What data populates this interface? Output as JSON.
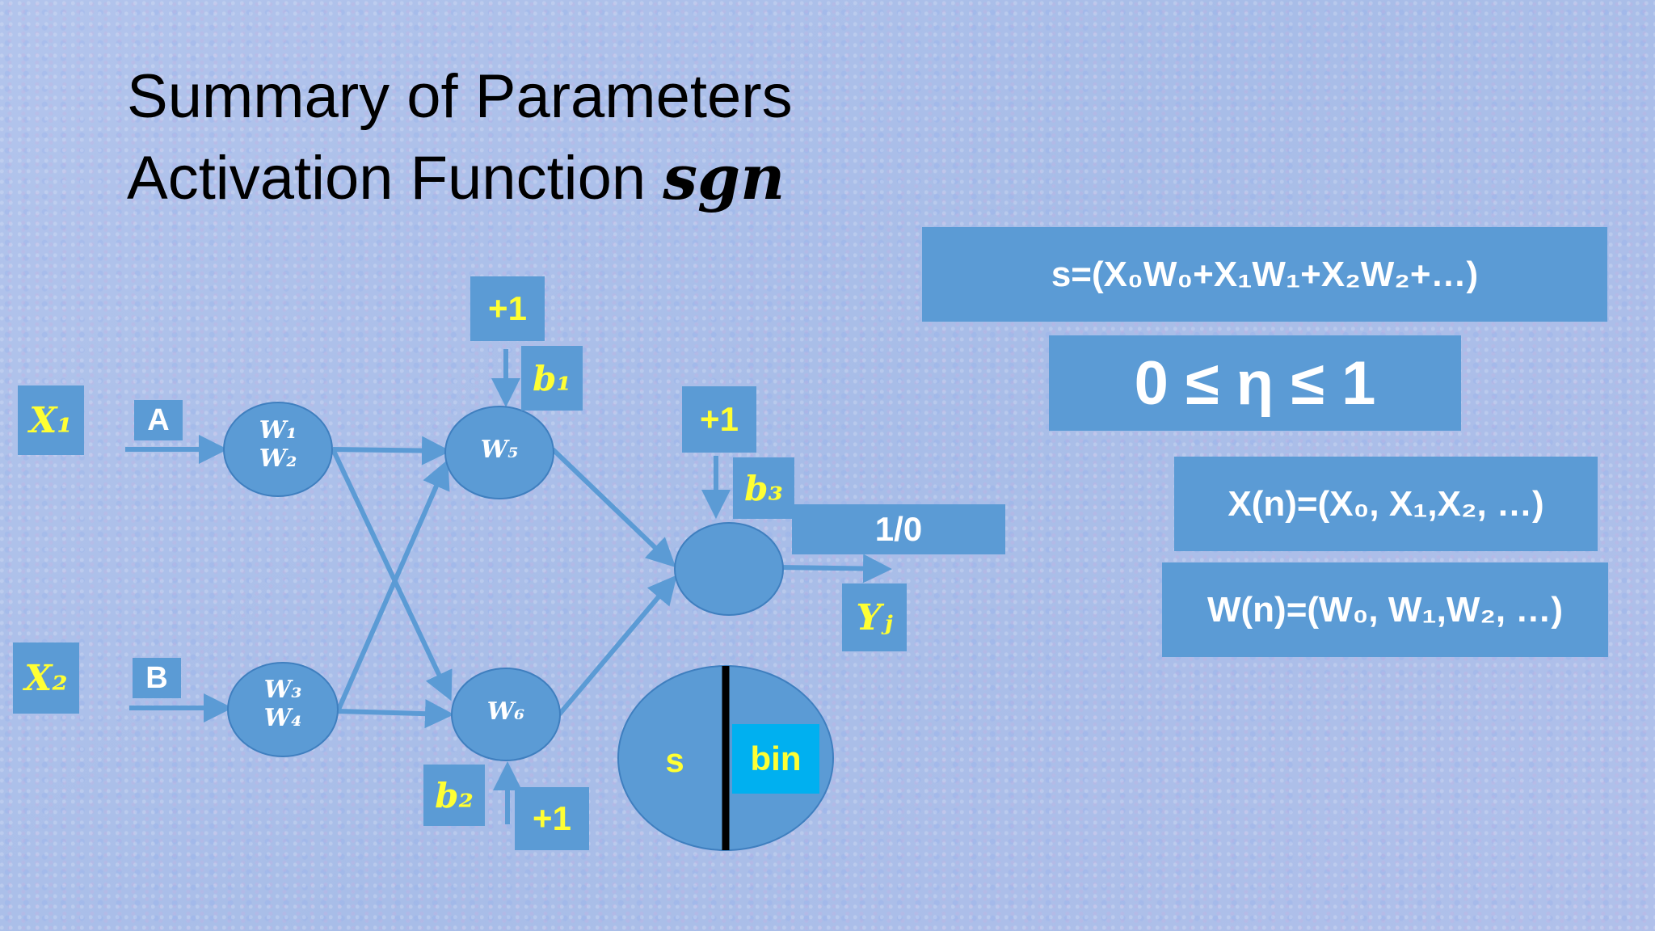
{
  "title": {
    "line1": "Summary of Parameters",
    "line2_text": "Activation Function ",
    "line2_math": "sgn"
  },
  "inputs": {
    "x1": "X₁",
    "x2": "X₂",
    "a": "A",
    "b": "B"
  },
  "nodes": {
    "n1_w1": "W₁",
    "n1_w2": "W₂",
    "n2_w3": "W₃",
    "n2_w4": "W₄",
    "n5": "W₅",
    "n6": "W₆"
  },
  "biases": {
    "plus1_top": "+1",
    "b1": "b₁",
    "plus1_mid": "+1",
    "b3": "b₃",
    "b2": "b₂",
    "plus1_bottom": "+1"
  },
  "output": {
    "value": "1/0",
    "yj": "Yⱼ"
  },
  "split_circle": {
    "left": "s",
    "right": "bin"
  },
  "formulas": {
    "s_formula": "s=(X₀W₀+X₁W₁+X₂W₂+…)",
    "eta": "0 ≤ η ≤ 1",
    "x_vector": "X(n)=(X₀, X₁,X₂, …)",
    "w_vector": "W(n)=(W₀, W₁,W₂, …)"
  },
  "colors": {
    "box_blue": "#5b9bd5",
    "label_yellow": "#ffff33",
    "bin_cyan": "#00b0f0"
  }
}
